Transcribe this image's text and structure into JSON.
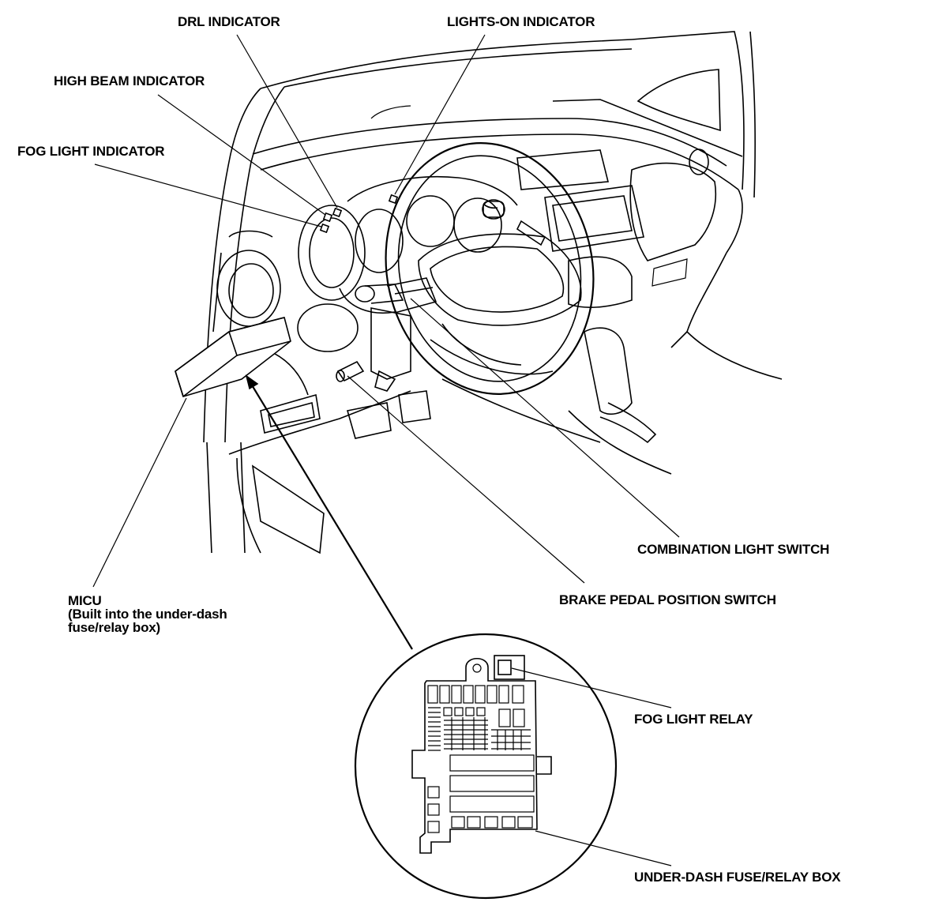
{
  "labels": {
    "drl_indicator": "DRL INDICATOR",
    "lights_on_indicator": "LIGHTS-ON INDICATOR",
    "high_beam_indicator": "HIGH BEAM INDICATOR",
    "fog_light_indicator": "FOG LIGHT INDICATOR",
    "combination_light_switch": "COMBINATION LIGHT SWITCH",
    "brake_pedal_position_switch": "BRAKE PEDAL POSITION SWITCH",
    "micu_line1": "MICU",
    "micu_line2": "(Built into the under-dash",
    "micu_line3": "fuse/relay box)",
    "fog_light_relay": "FOG LIGHT RELAY",
    "under_dash_fuse_relay_box": "UNDER-DASH FUSE/RELAY BOX"
  },
  "colors": {
    "ink": "#000000",
    "paper": "#ffffff"
  }
}
